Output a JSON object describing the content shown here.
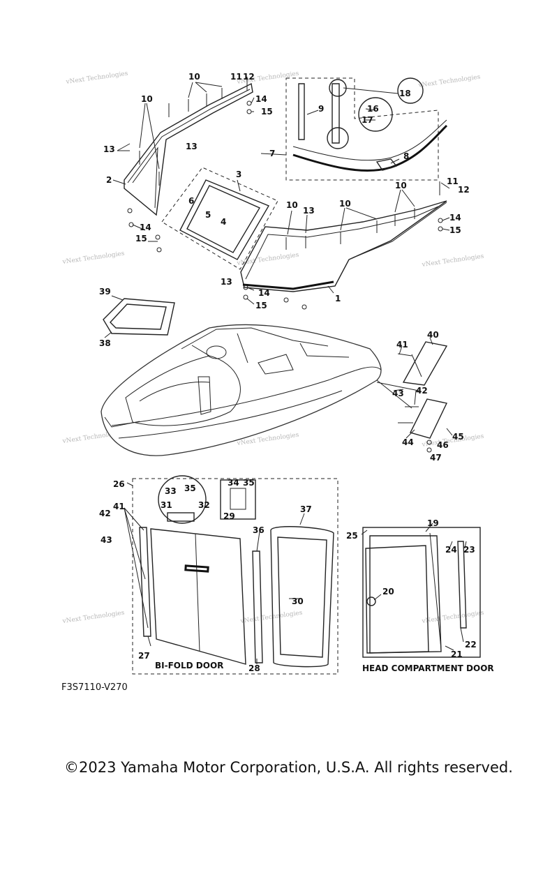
{
  "diagram": {
    "figure_code": "F3S7110-V270",
    "copyright": "©2023 Yamaha Motor Corporation, U.S.A. All rights reserved.",
    "watermark": "vNext Technologies",
    "captions": {
      "bifold_door": "BI-FOLD DOOR",
      "head_door": "HEAD COMPARTMENT DOOR"
    },
    "callouts": [
      "1",
      "2",
      "3",
      "4",
      "5",
      "6",
      "7",
      "8",
      "9",
      "10",
      "10",
      "10",
      "10",
      "10",
      "11",
      "11",
      "12",
      "12",
      "13",
      "13",
      "13",
      "13",
      "14",
      "14",
      "14",
      "14",
      "15",
      "15",
      "15",
      "15",
      "16",
      "17",
      "18",
      "19",
      "20",
      "21",
      "22",
      "23",
      "24",
      "25",
      "26",
      "27",
      "28",
      "29",
      "30",
      "31",
      "32",
      "33",
      "34",
      "35",
      "35",
      "36",
      "37",
      "38",
      "39",
      "40",
      "41",
      "41",
      "42",
      "42",
      "43",
      "43",
      "44",
      "45",
      "46",
      "47"
    ]
  }
}
